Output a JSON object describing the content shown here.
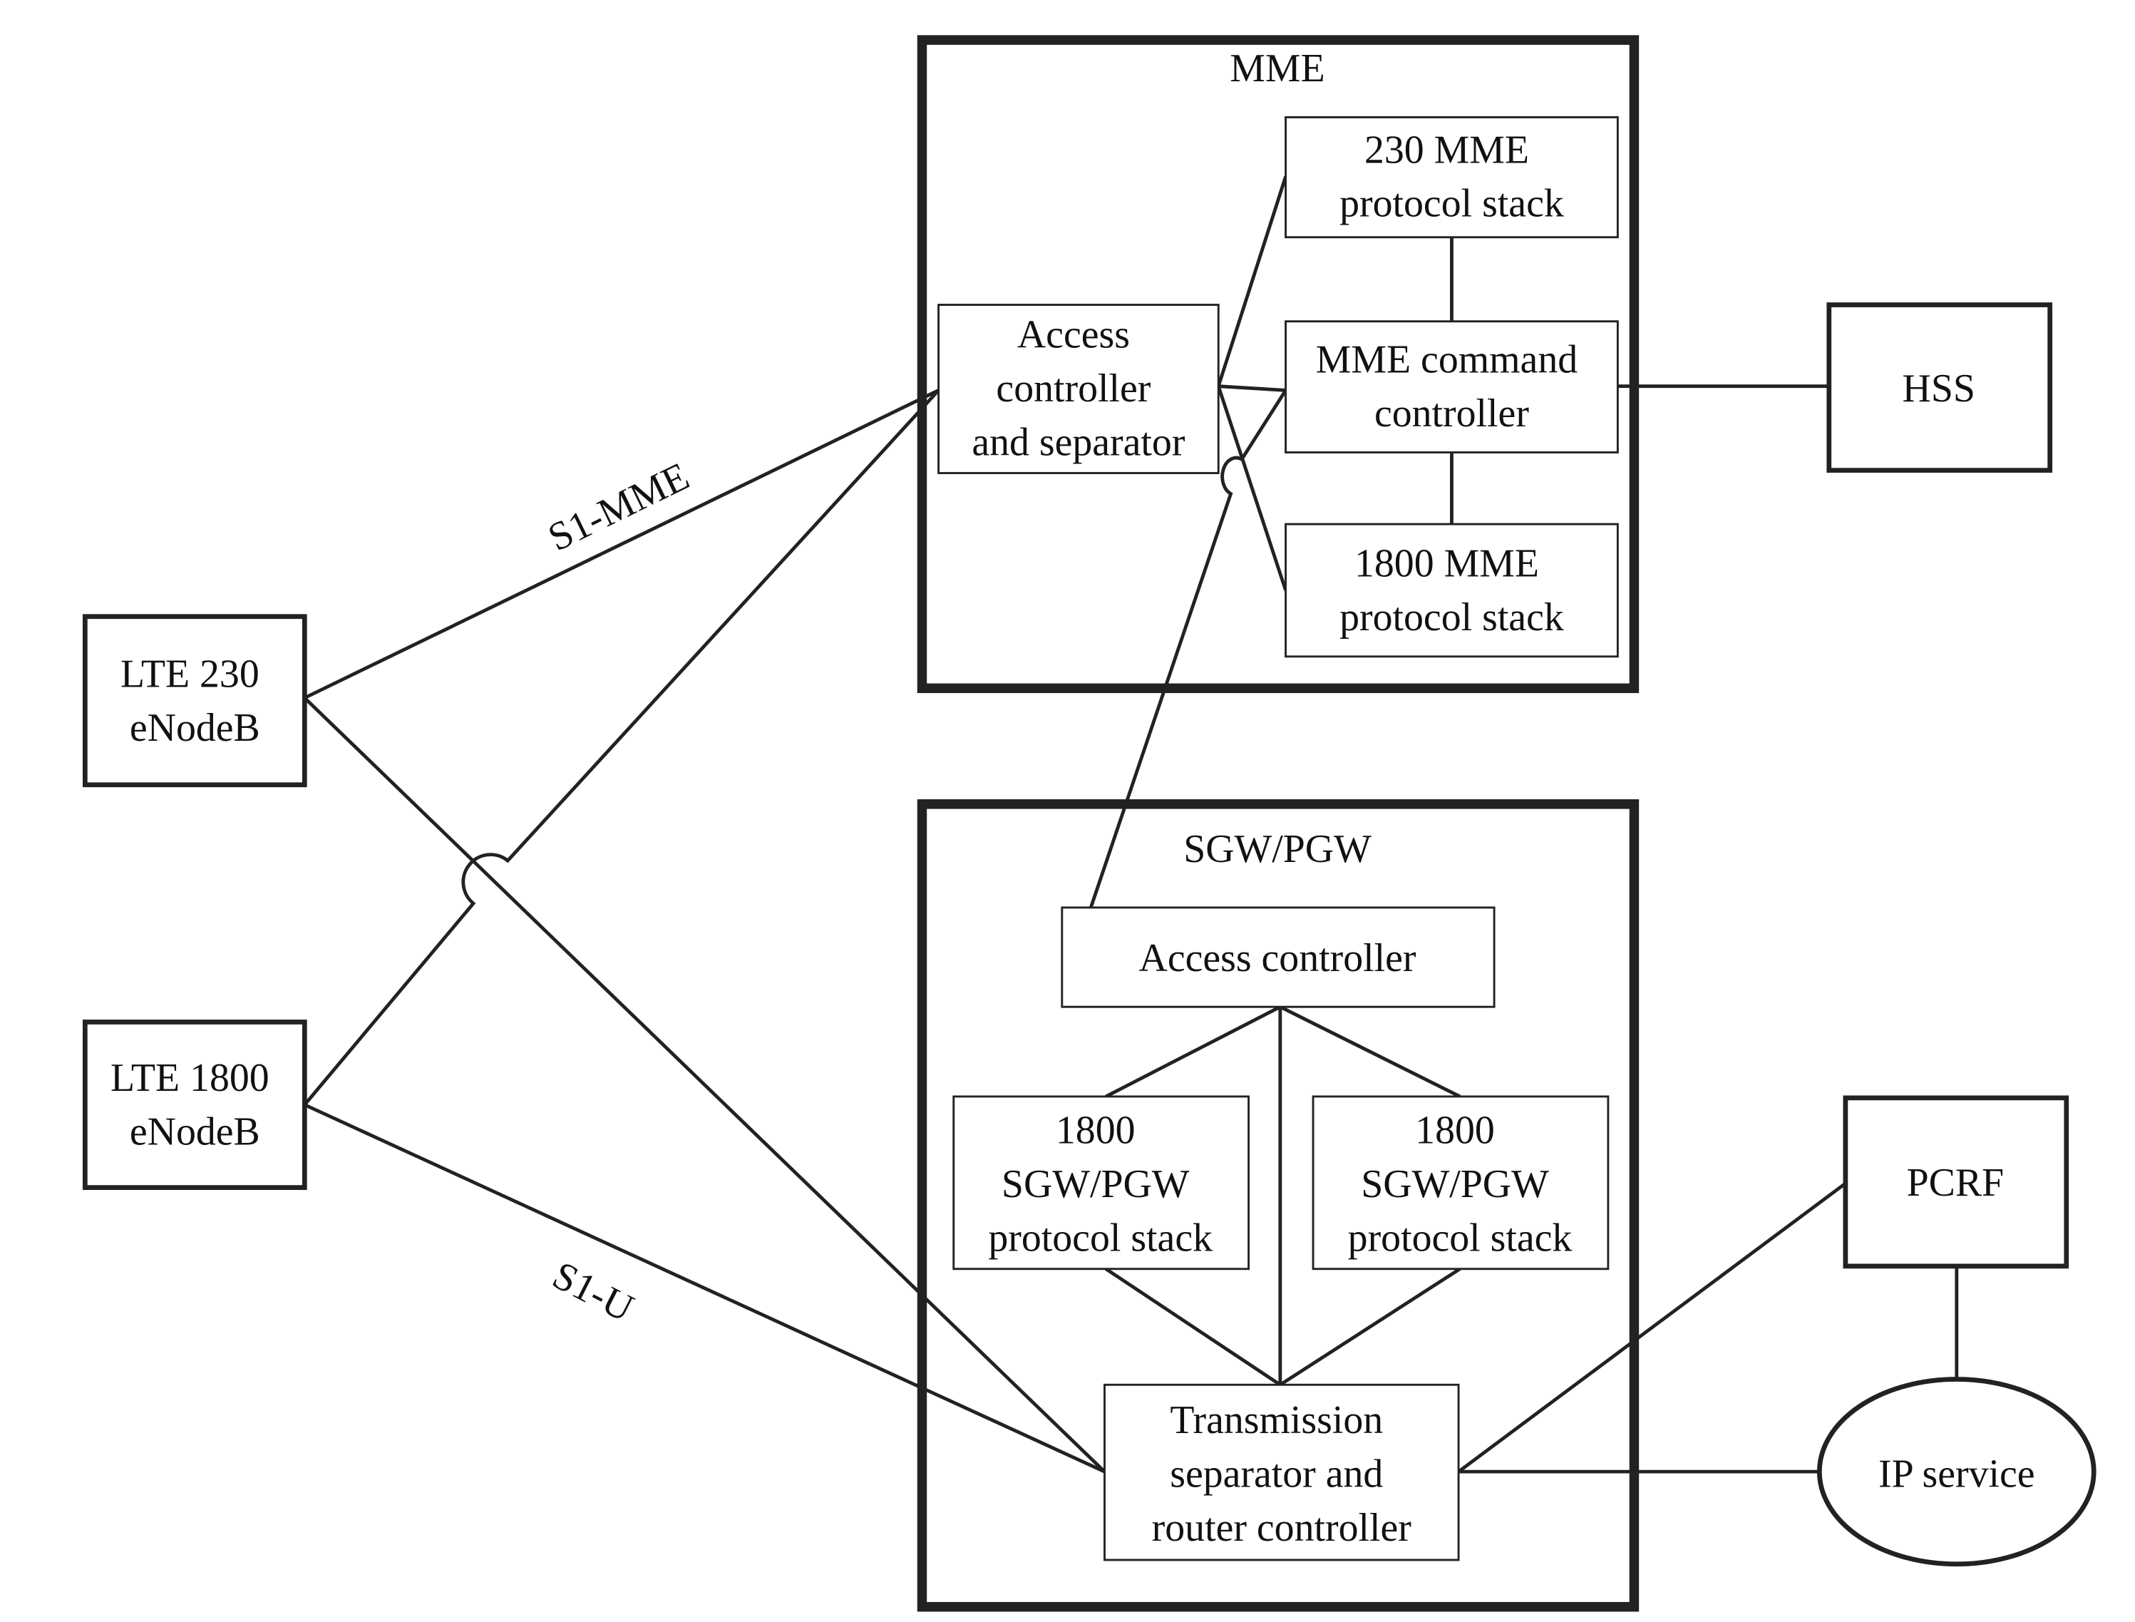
{
  "groups": {
    "mme": {
      "title": "MME"
    },
    "sgw_pgw": {
      "title": "SGW/PGW"
    }
  },
  "nodes": {
    "lte230": {
      "lines": [
        "LTE 230",
        "eNodeB"
      ]
    },
    "lte1800": {
      "lines": [
        "LTE 1800",
        "eNodeB"
      ]
    },
    "access_sep": {
      "lines": [
        "Access",
        "controller",
        "and separator"
      ]
    },
    "mme230": {
      "lines": [
        "230 MME",
        "protocol stack"
      ]
    },
    "mme_cmd": {
      "lines": [
        "MME command",
        "controller"
      ]
    },
    "mme1800": {
      "lines": [
        "1800 MME",
        "protocol stack"
      ]
    },
    "hss": {
      "lines": [
        "HSS"
      ]
    },
    "sgw_access": {
      "lines": [
        "Access controller"
      ]
    },
    "sgw_stack_a": {
      "lines": [
        "1800",
        "SGW/PGW",
        "protocol stack"
      ]
    },
    "sgw_stack_b": {
      "lines": [
        "1800",
        "SGW/PGW",
        "protocol stack"
      ]
    },
    "trans_sep": {
      "lines": [
        "Transmission",
        "separator and",
        "router controller"
      ]
    },
    "pcrf": {
      "lines": [
        "PCRF"
      ]
    },
    "ip_service": {
      "lines": [
        "IP service"
      ]
    }
  },
  "links": {
    "s1_mme": "S1-MME",
    "s1_u": "S1-U"
  }
}
